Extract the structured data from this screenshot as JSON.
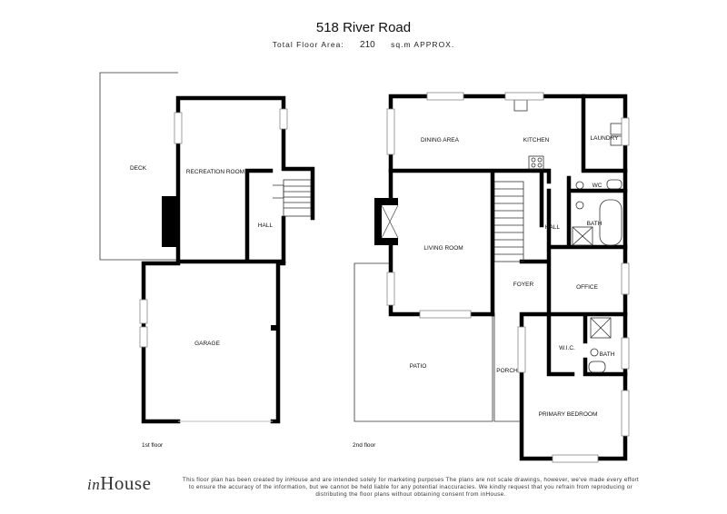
{
  "header": {
    "title": "518 River Road",
    "area_label": "Total Floor Area:",
    "area_value": "210",
    "area_unit": "sq.m APPROX."
  },
  "floors": {
    "first_label": "1st floor",
    "second_label": "2nd floor"
  },
  "rooms": {
    "deck": "DECK",
    "recreation_room": "RECREATION ROOM",
    "hall_1": "HALL",
    "garage": "GARAGE",
    "dining_area": "DINING AREA",
    "kitchen": "KITCHEN",
    "laundry": "LAUNDRY",
    "wc": "WC",
    "bath_1": "BATH",
    "hall_2": "HALL",
    "living_room": "LIVING ROOM",
    "foyer": "FOYER",
    "office": "OFFICE",
    "wic": "W.I.C.",
    "bath_2": "BATH",
    "patio": "PATIO",
    "porch": "PORCH",
    "primary_bedroom": "PRIMARY BEDROOM"
  },
  "footer": {
    "logo_prefix": "in",
    "logo_word": "House",
    "disclaimer": "This floor plan has been created by inHouse and are intended solely for marketing purposes The plans are not scale drawings, however, we've made every effort to ensure the accuracy of the information, but we cannot be held liable for any potential inaccuracies. We kindly request that you refrain from reproducing or distributing the floor plans without obtaining consent from inHouse."
  }
}
